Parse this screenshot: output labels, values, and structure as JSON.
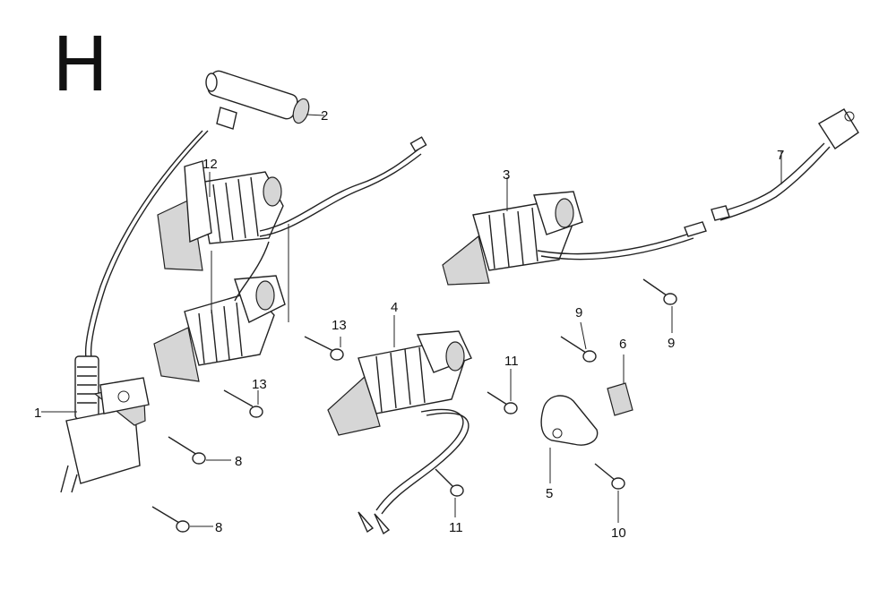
{
  "section_letter": "H",
  "callouts": [
    "1",
    "2",
    "3",
    "4",
    "5",
    "6",
    "7",
    "8",
    "8",
    "9",
    "9",
    "10",
    "11",
    "11",
    "12",
    "13",
    "13"
  ],
  "parts": {
    "ignition_coil": "1",
    "spark_plug_cap": "2",
    "charge_coil_right": "3",
    "charge_coil_front": "4",
    "bracket": "5",
    "clip": "6",
    "connector_lead": "7",
    "bolt_8": "8",
    "bolt_9": "9",
    "bolt_10": "10",
    "bolt_11": "11",
    "coil_pair": "12",
    "bolt_13": "13"
  }
}
